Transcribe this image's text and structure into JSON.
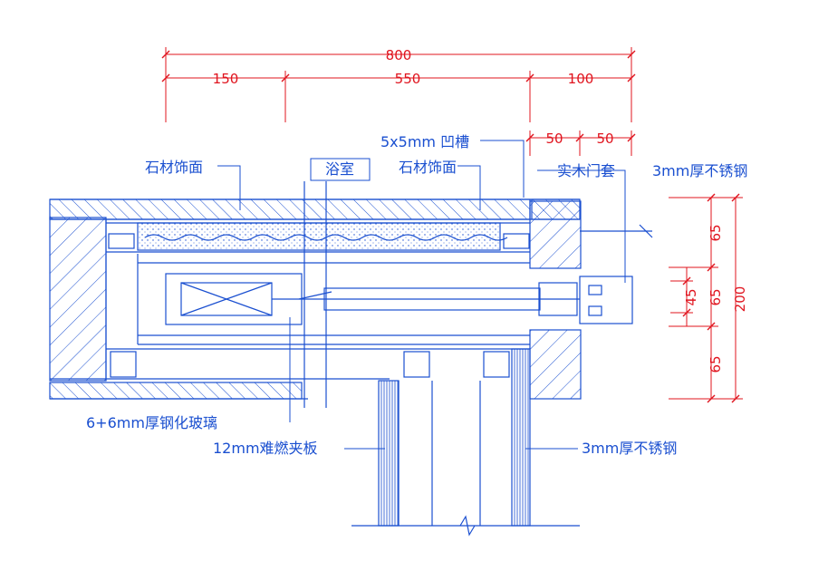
{
  "colors": {
    "linework": "#1a4fd0",
    "dimension": "#e0141e",
    "background": "#ffffff"
  },
  "dimensions": {
    "overall": "800",
    "left": "150",
    "middle": "550",
    "right": "100",
    "sub_a": "50",
    "sub_b": "50",
    "v_top": "65",
    "v_45": "45",
    "v_mid": "65",
    "v_bot": "65",
    "v_total": "200"
  },
  "labels": {
    "stone_left": "石材饰面",
    "bathroom": "浴室",
    "groove": "5x5mm 凹槽",
    "stone_right": "石材饰面",
    "wood_frame": "实木门套",
    "steel_top": "3mm厚不锈钢",
    "glass": "6+6mm厚钢化玻璃",
    "board": "12mm难燃夹板",
    "steel_bottom": "3mm厚不锈钢"
  }
}
